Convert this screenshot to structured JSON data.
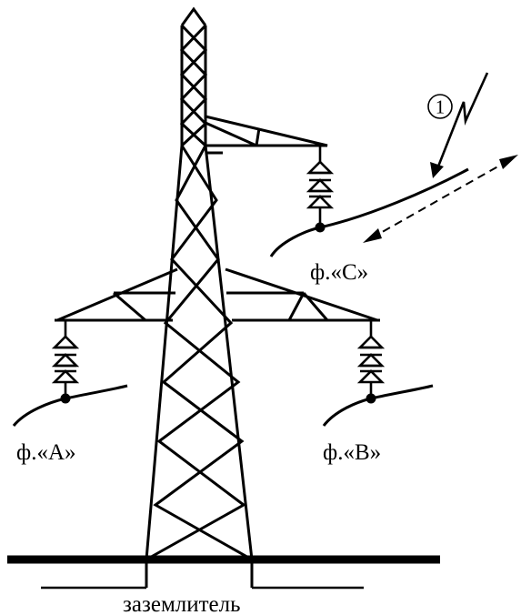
{
  "labels": {
    "phase_c": "ф.«С»",
    "phase_a": "ф.«А»",
    "phase_b": "ф.«В»",
    "ground": "заземлитель",
    "marker": "1"
  },
  "colors": {
    "ink": "#000000",
    "background": "#ffffff"
  },
  "icons": {
    "lightning": "lightning-bolt-icon",
    "insulator": "insulator-string-icon"
  }
}
